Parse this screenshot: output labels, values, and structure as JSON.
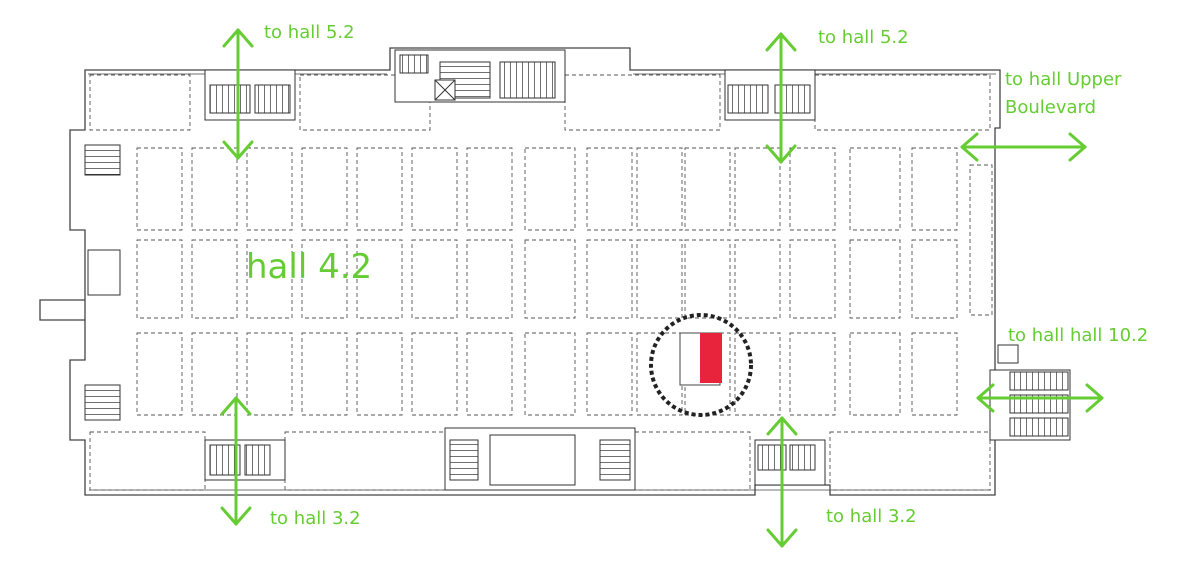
{
  "hall": {
    "name": "hall 4.2"
  },
  "exits": {
    "top_left": "to hall 5.2",
    "top_right": "to hall 5.2",
    "upper_boulevard_line1": "to hall Upper",
    "upper_boulevard_line2": "Boulevard",
    "right": "to hall hall 10.2",
    "bottom_left": "to hall 3.2",
    "bottom_right": "to hall 3.2"
  },
  "colors": {
    "accent_green": "#66cc33",
    "booth_red": "#e8233c",
    "plan_line": "#444444",
    "circle": "#222222"
  }
}
